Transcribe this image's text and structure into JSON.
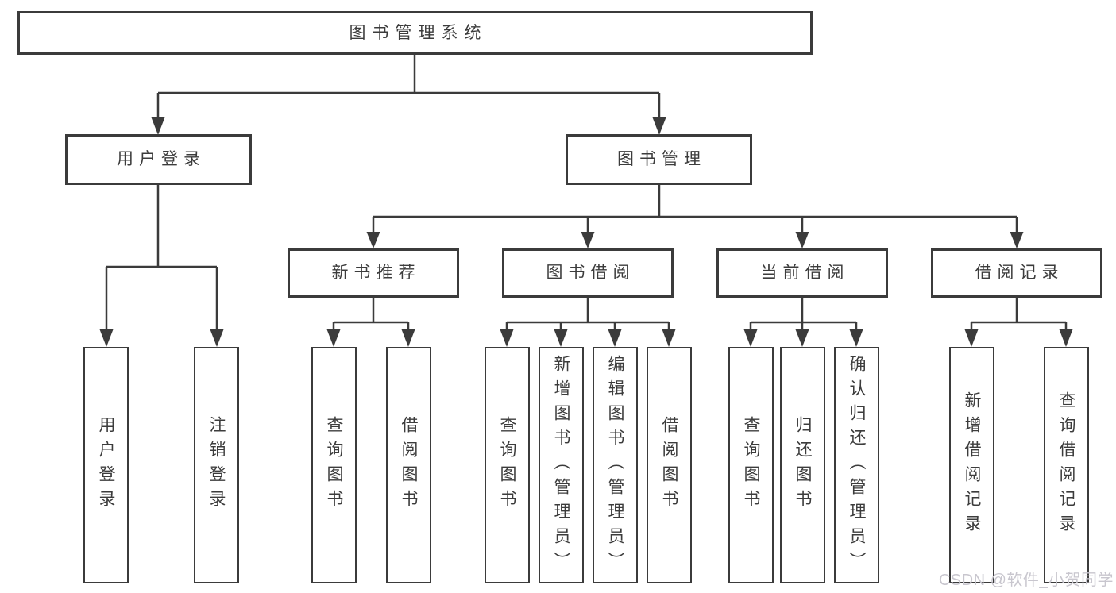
{
  "diagram": {
    "type": "hierarchy-tree",
    "orientation": "top-down"
  },
  "colors": {
    "background": "#ffffff",
    "line": "#3b3b3b",
    "box_border": "#3b3b3b",
    "box_fill": "#ffffff",
    "text": "#3c3c3c",
    "watermark": "#c8c6ce"
  },
  "tree": {
    "root": {
      "label": "图书管理系统"
    },
    "branches": [
      {
        "label": "用户登录",
        "children": [
          {
            "label": "用户登录"
          },
          {
            "label": "注销登录"
          }
        ]
      },
      {
        "label": "图书管理",
        "children": [
          {
            "label": "新书推荐",
            "children": [
              {
                "label": "查询图书"
              },
              {
                "label": "借阅图书"
              }
            ]
          },
          {
            "label": "图书借阅",
            "children": [
              {
                "label": "查询图书"
              },
              {
                "label": "新增图书（管理员）"
              },
              {
                "label": "编辑图书（管理员）"
              },
              {
                "label": "借阅图书"
              }
            ]
          },
          {
            "label": "当前借阅",
            "children": [
              {
                "label": "查询图书"
              },
              {
                "label": "归还图书"
              },
              {
                "label": "确认归还（管理员）"
              }
            ]
          },
          {
            "label": "借阅记录",
            "children": [
              {
                "label": "新增借阅记录"
              },
              {
                "label": "查询借阅记录"
              }
            ]
          }
        ]
      }
    ]
  },
  "watermark": {
    "text": "CSDN @软件_小贺同学"
  }
}
